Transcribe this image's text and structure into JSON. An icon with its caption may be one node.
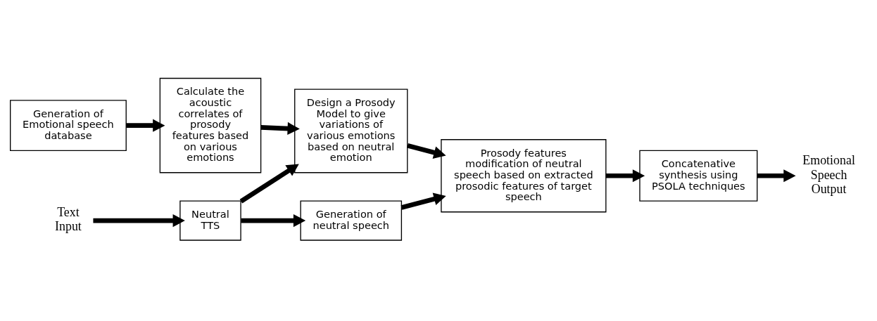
{
  "diagram": {
    "nodes": [
      {
        "text": [
          "Generation of Emotional speech database"
        ]
      },
      {
        "text": [
          "Calculate the acoustic correlates of prosody features based on various emotions"
        ]
      },
      {
        "text": [
          "Design a Prosody Model to give variations of various emotions based on neutral emotion"
        ]
      },
      {
        "text": [
          "Text Input"
        ]
      },
      {
        "text": [
          "Neutral TTS"
        ]
      },
      {
        "text": [
          "Generation of neutral speech"
        ]
      },
      {
        "text": [
          "Prosody features modification of neutral speech based on extracted prosodic features of target speech"
        ]
      },
      {
        "text": [
          "Concatenative synthesis using PSOLA techniques"
        ]
      },
      {
        "text": [
          "Emotional Speech Output"
        ]
      }
    ],
    "edges": [
      {
        "from": 0,
        "to": 1,
        "arrow": "to"
      },
      {
        "from": 1,
        "to": 2,
        "arrow": "to"
      },
      {
        "from": 4,
        "to": 2,
        "arrow": "to"
      },
      {
        "from": 2,
        "to": 6,
        "arrow": "to"
      },
      {
        "from": 3,
        "to": 4,
        "arrow": "to"
      },
      {
        "from": 4,
        "to": 5,
        "arrow": "to"
      },
      {
        "from": 5,
        "to": 6,
        "arrow": "to"
      },
      {
        "from": 6,
        "to": 7,
        "arrow": "to"
      },
      {
        "from": 7,
        "to": 8,
        "arrow": "to"
      }
    ]
  }
}
